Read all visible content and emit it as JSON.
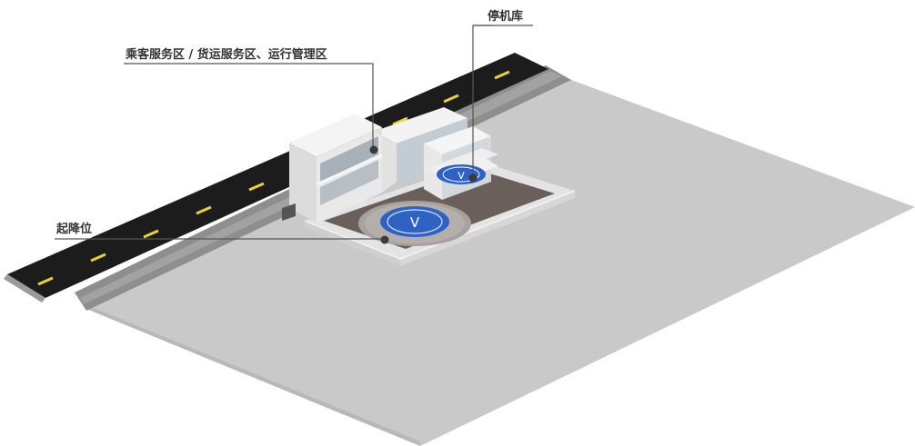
{
  "labels": {
    "hangar": "停机库",
    "service_zones": "乘客服务区 / 货运服务区、运行管理区",
    "landing_pad": "起降位"
  },
  "pad_symbol": "V",
  "colors": {
    "ground": "#c9c9c9",
    "road": "#1c1c1c",
    "lane_marking": "#e8d23a",
    "curb": "#8e8e8e",
    "pad_floor": "#6b5f5c",
    "pad_ring": "#a7a2a0",
    "pad_circle": "#2f62c4",
    "building": "#ececec",
    "callout_line": "#555555"
  }
}
